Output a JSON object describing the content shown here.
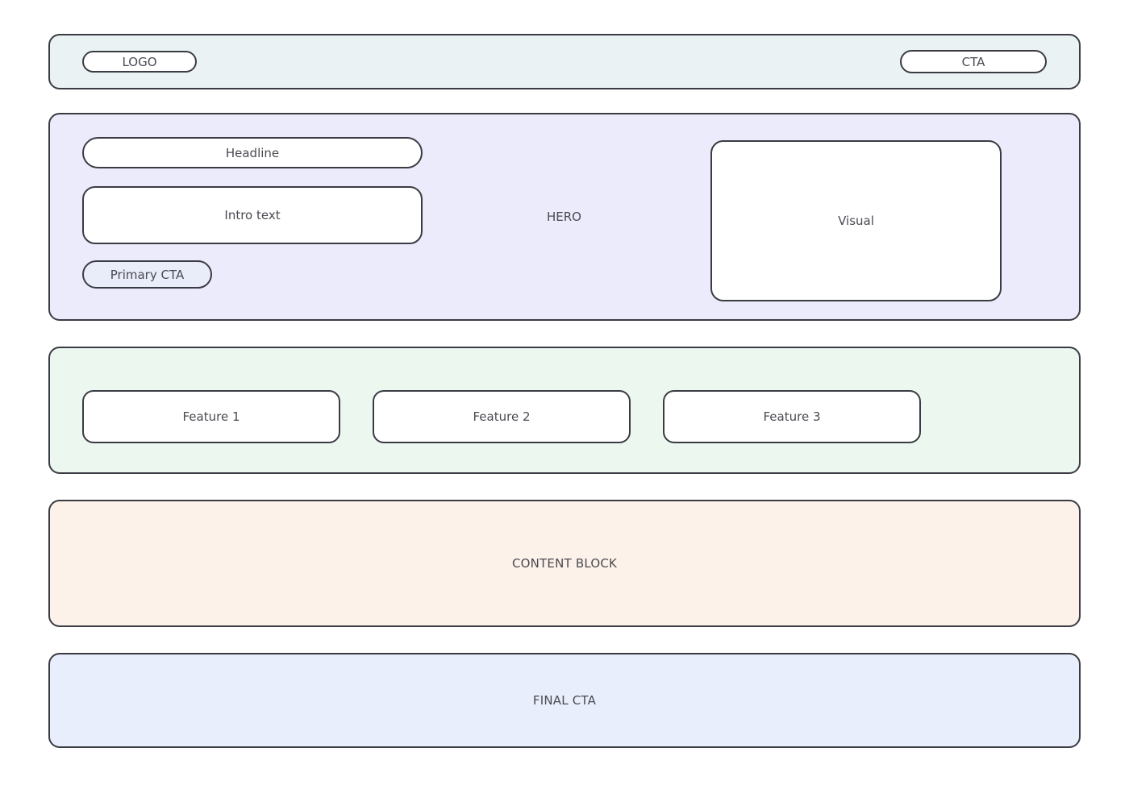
{
  "page": {
    "background": "#ffffff",
    "border_color": "#3b3b44",
    "text_color": "#4a4a52"
  },
  "header": {
    "name": "header",
    "background": "#eaf2f3",
    "logo_label": "LOGO",
    "cta_label": "CTA"
  },
  "hero": {
    "name": "hero",
    "background": "#ecebfb",
    "section_label": "HERO",
    "headline_label": "Headline",
    "intro_label": "Intro text",
    "primary_cta_label": "Primary CTA",
    "primary_cta_background": "#e9edfa",
    "visual_label": "Visual"
  },
  "features": {
    "name": "features",
    "background": "#ecf7ef",
    "items": [
      {
        "label": "Feature 1"
      },
      {
        "label": "Feature 2"
      },
      {
        "label": "Feature 3"
      }
    ]
  },
  "content_block": {
    "name": "content-block",
    "background": "#fdf2e9",
    "label": "CONTENT BLOCK"
  },
  "final_cta": {
    "name": "final-cta",
    "background": "#e8eefb",
    "label": "FINAL CTA"
  }
}
